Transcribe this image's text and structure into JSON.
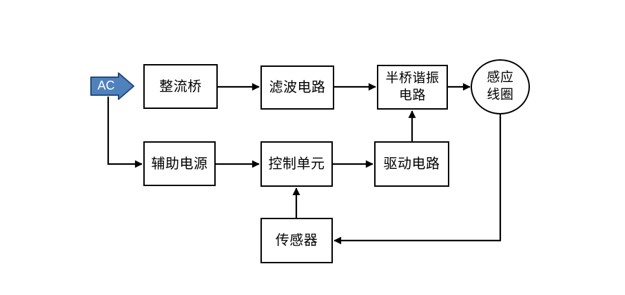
{
  "source": {
    "label": "AC"
  },
  "nodes": {
    "rectifier": {
      "label": "整流桥"
    },
    "filter": {
      "label": "滤波电路"
    },
    "half_bridge": {
      "label": "半桥谐振\n电路"
    },
    "coil": {
      "label": "感应\n线圈"
    },
    "aux_power": {
      "label": "辅助电源"
    },
    "control_unit": {
      "label": "控制单元"
    },
    "driver": {
      "label": "驱动电路"
    },
    "sensor": {
      "label": "传感器"
    }
  },
  "colors": {
    "ac_arrow_fill": "#4f81bd",
    "ac_arrow_border": "#264a7d",
    "connector": "#000000",
    "node_border": "#000000",
    "background": "#ffffff"
  }
}
